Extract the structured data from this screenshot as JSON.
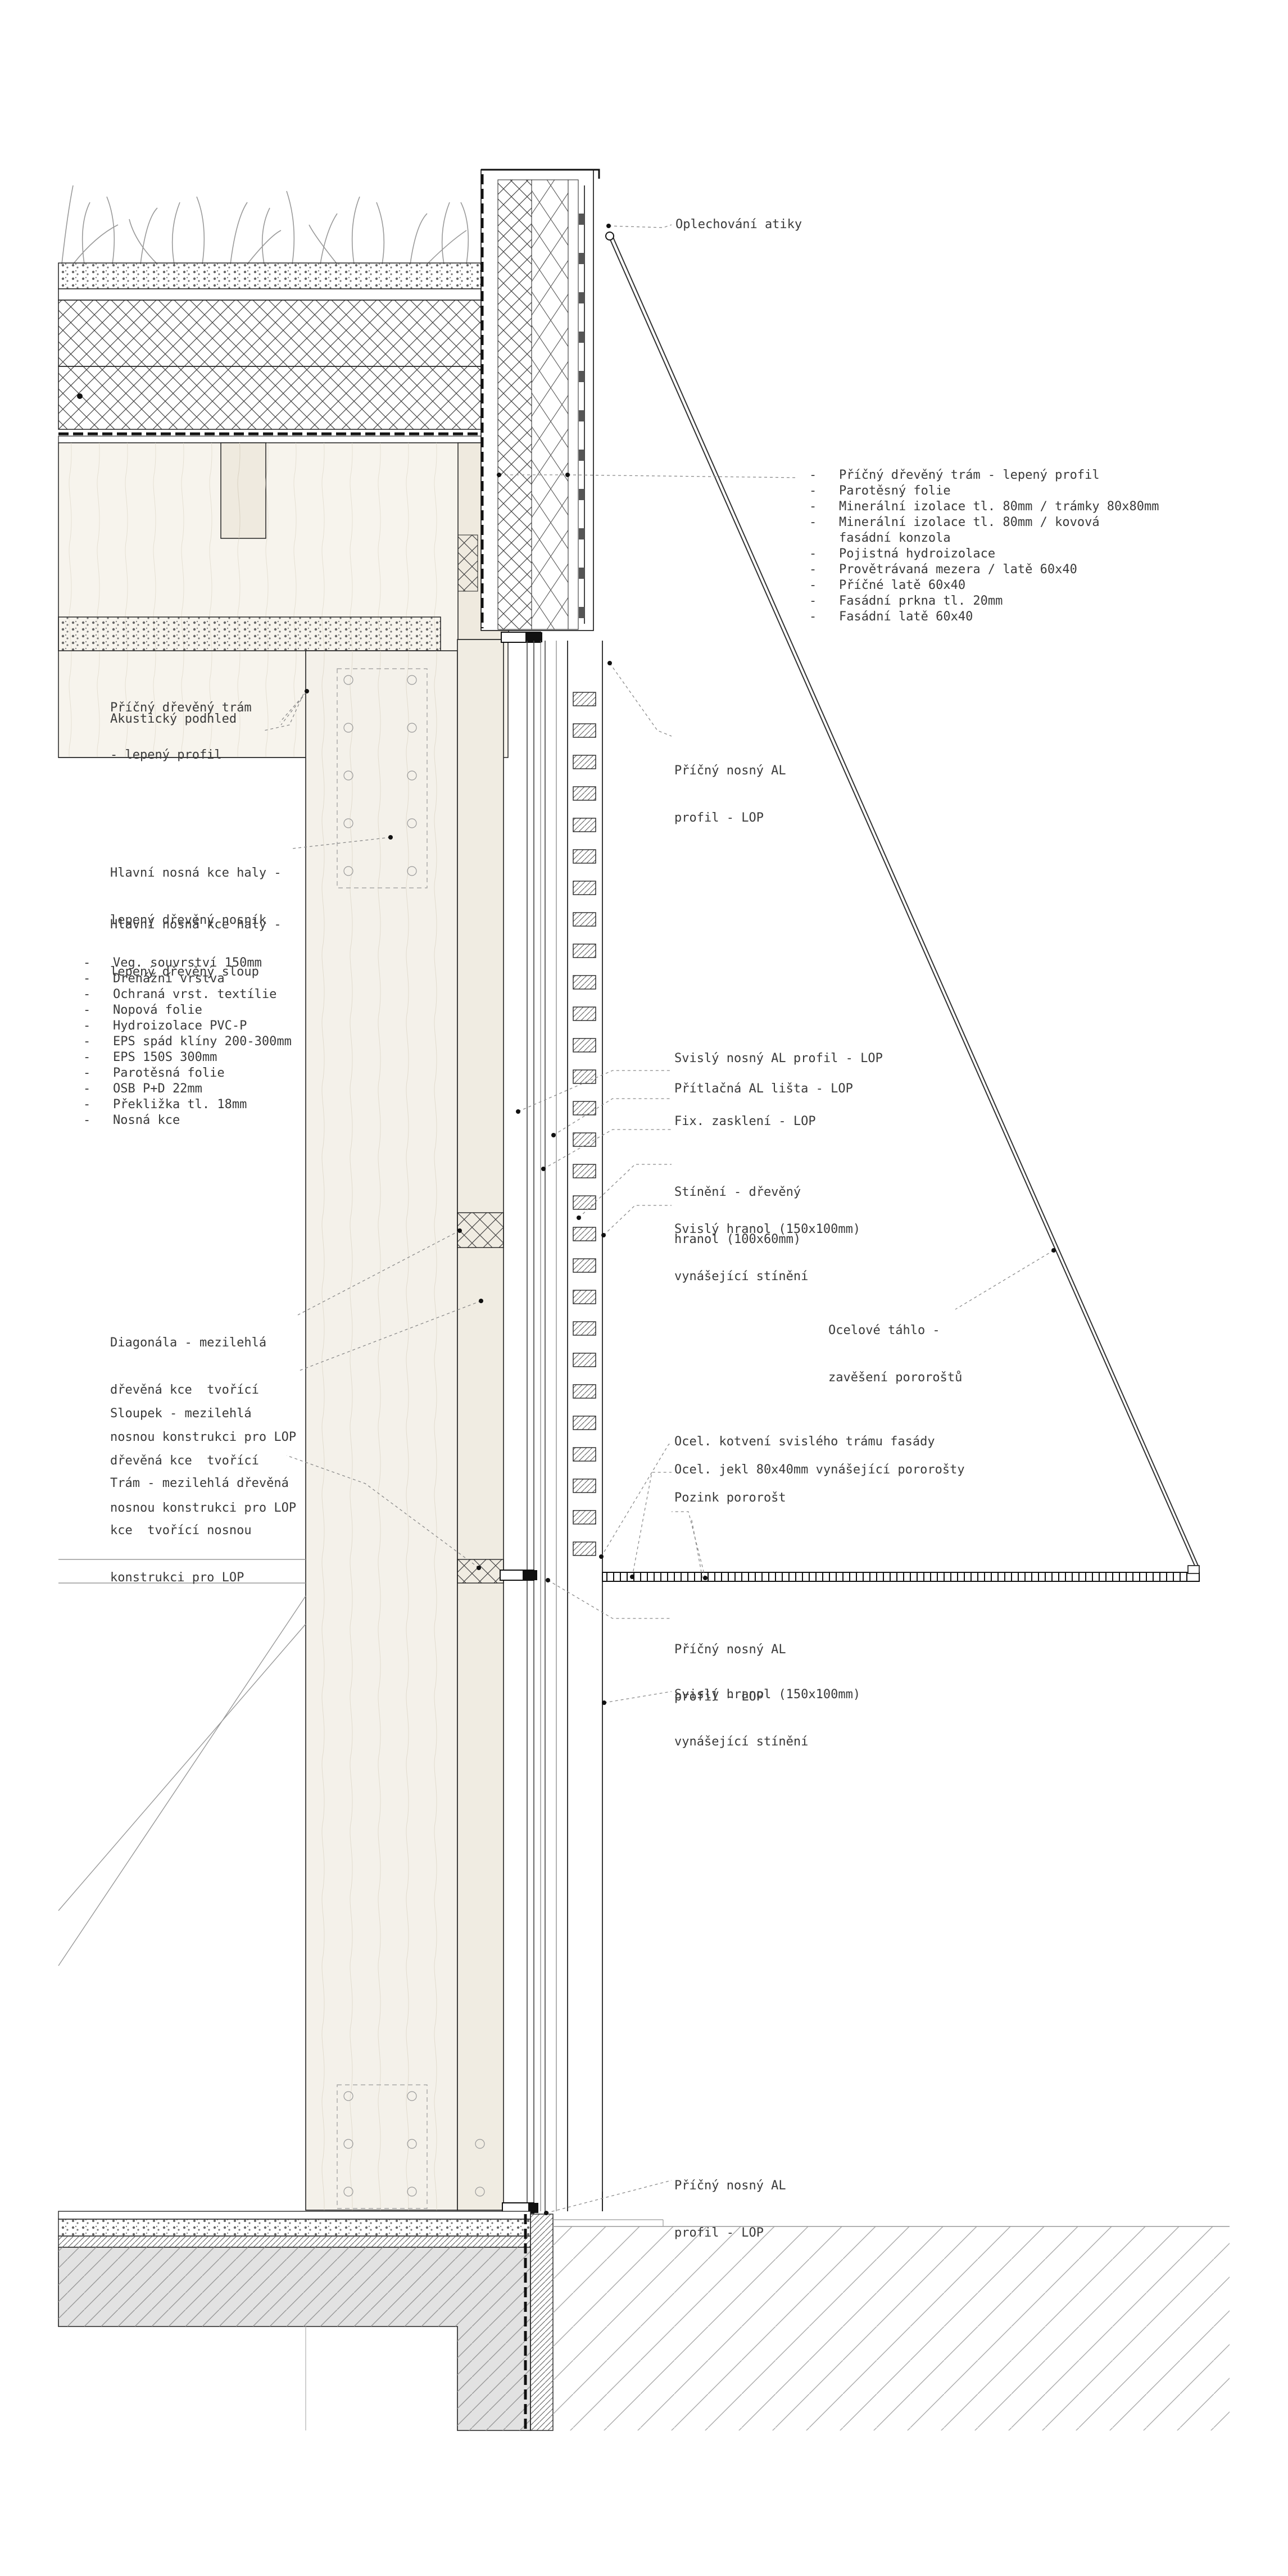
{
  "labels": {
    "oplechovani": "Oplechování atiky",
    "roof_edge_list": [
      "-   Příčný dřevěný trám - lepený profil",
      "-   Parotěsný folie",
      "-   Minerální izolace tl. 80mm / trámky 80x80mm",
      "-   Minerální izolace tl. 80mm / kovová",
      "    fasádní konzola",
      "-   Pojistná hydroizolace",
      "-   Provětrávaná mezera / latě 60x40",
      "-   Příčné latě 60x40",
      "-   Fasádní prkna tl. 20mm",
      "-   Fasádní latě 60x40"
    ],
    "pricny_tram": [
      "Příčný dřevěný trám",
      "- lepený profil"
    ],
    "akusticky": "Akustický podhled",
    "hlavni_nosnik": [
      "Hlavní nosná kce haly -",
      "lepený dřevěný nosník"
    ],
    "hlavni_sloup": [
      "Hlavní nosná kce haly -",
      "lepený dřevěný sloup"
    ],
    "roof_list": [
      "-   Veg. souvrství 150mm",
      "-   Drenážní vrstva",
      "-   Ochraná vrst. textílie",
      "-   Nopová folie",
      "-   Hydroizolace PVC-P",
      "-   EPS spád klíny 200-300mm",
      "-   EPS 150S 300mm",
      "-   Parotěsná folie",
      "-   OSB P+D 22mm",
      "-   Překližka tl. 18mm",
      "-   Nosná kce"
    ],
    "pricny_al_1": [
      "Příčný nosný AL",
      "profil - LOP"
    ],
    "svisly_al": "Svislý nosný AL profil - LOP",
    "pritlacna": "Přítlačná AL lišta - LOP",
    "fix_zaskleni": "Fix. zasklení - LOP",
    "stineni": [
      "Stínění - dřevěný",
      "hranol (100x60mm)"
    ],
    "svisly_hranol_1": [
      "Svislý hranol (150x100mm)",
      "vynášející stínění"
    ],
    "ocelove_tahlo": [
      "Ocelové táhlo -",
      "zavěšení pororoštů"
    ],
    "diagonala": [
      "Diagonála - mezilehlá",
      "dřevěná kce  tvořící",
      "nosnou konstrukci pro LOP"
    ],
    "sloupek": [
      "Sloupek - mezilehlá",
      "dřevěná kce  tvořící",
      "nosnou konstrukci pro LOP"
    ],
    "tram_mezi": [
      "Trám - mezilehlá dřevěná",
      "kce  tvořící nosnou",
      "konstrukci pro LOP"
    ],
    "ocel_kotveni": "Ocel. kotvení svislého trámu fasády",
    "ocel_jekl": "Ocel. jekl 80x40mm vynášející pororošty",
    "pozink": "Pozink pororošt",
    "pricny_al_2": [
      "Příčný nosný AL",
      "profil - LOP"
    ],
    "svisly_hranol_2": [
      "Svislý hranol (150x100mm)",
      "vynášející stínění"
    ],
    "pricny_al_3": [
      "Příčný nosný AL",
      "profil - LOP"
    ]
  },
  "colors": {
    "line": "#1a1a1a",
    "thin": "#555555",
    "leader": "#8a8a8a",
    "wood": "#f3efe6",
    "wood_dark": "#e7e0d2",
    "concrete": "#dcdcdc",
    "gravel": "#cfcfcf"
  }
}
